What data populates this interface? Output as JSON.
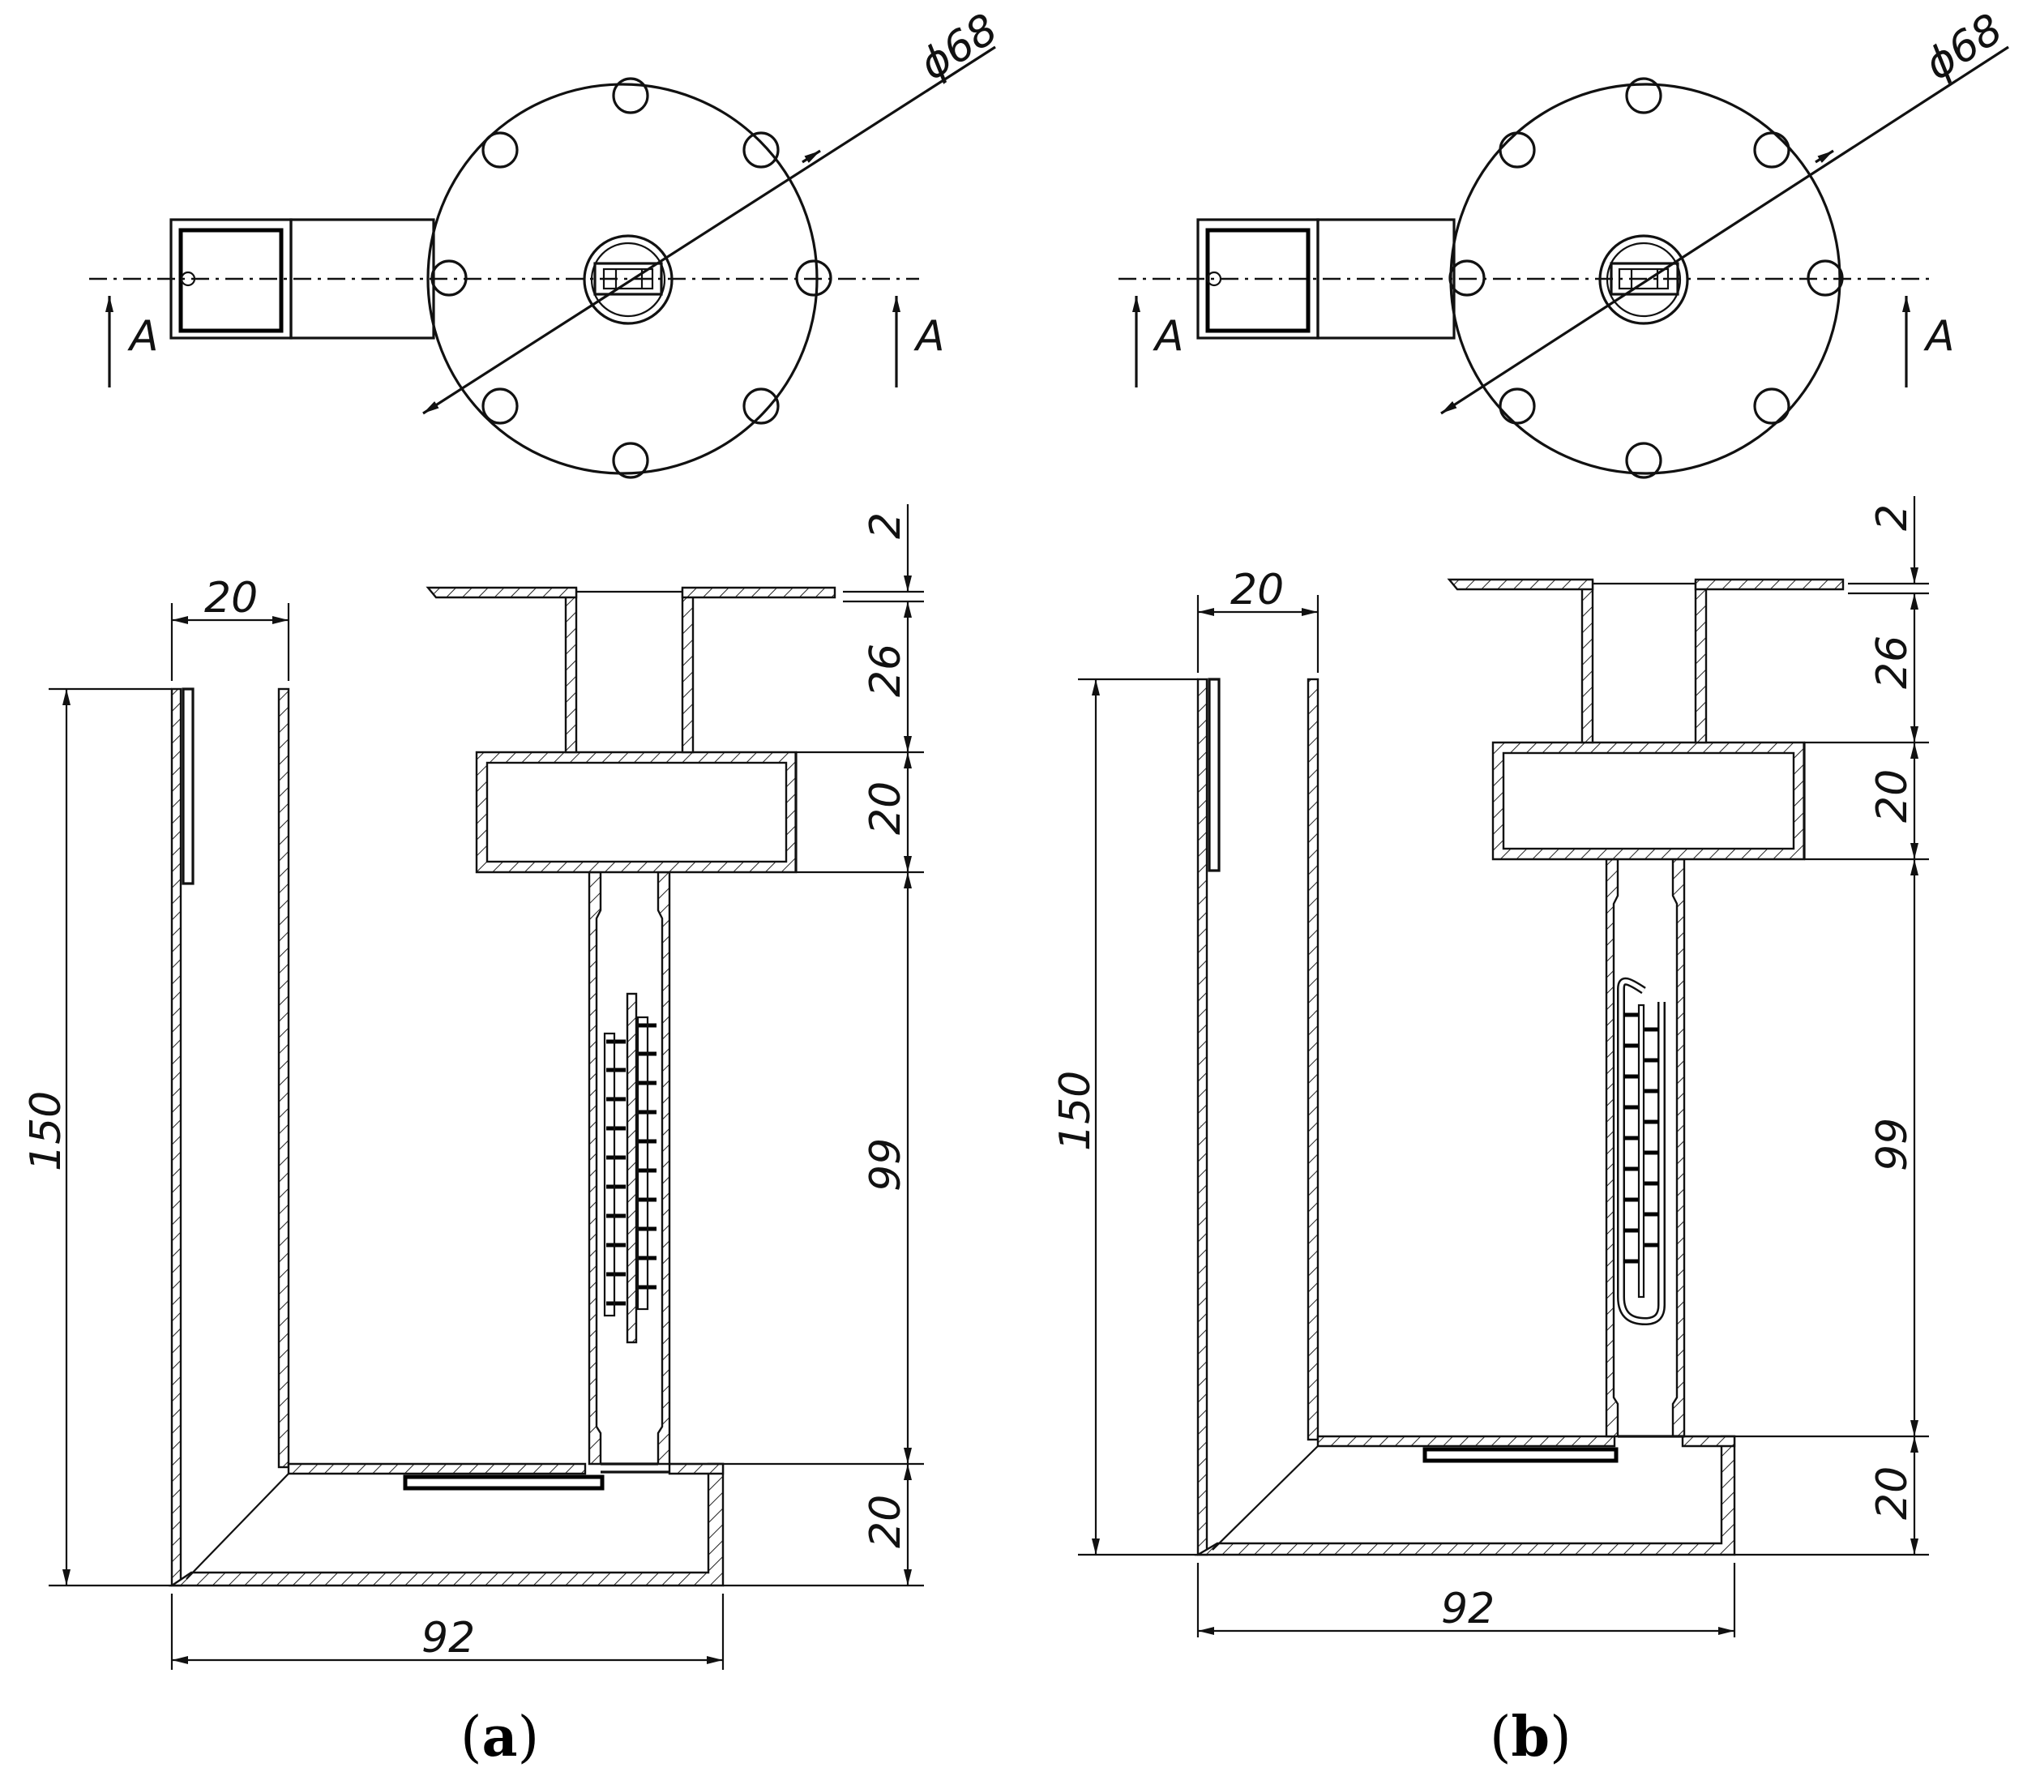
{
  "views": [
    {
      "id": "a",
      "caption_open": "(",
      "caption_letter": "a",
      "caption_close": ")",
      "diameter_label": "ϕ68",
      "section_marker": "A",
      "dims": {
        "flange_thickness": "2",
        "neck_height": "26",
        "box_height": "20",
        "tube_length": "99",
        "base_height": "20",
        "overall_height": "150",
        "column_width": "20",
        "base_width": "92"
      }
    },
    {
      "id": "b",
      "caption_open": "(",
      "caption_letter": "b",
      "caption_close": ")",
      "diameter_label": "ϕ68",
      "section_marker": "A",
      "dims": {
        "flange_thickness": "2",
        "neck_height": "26",
        "box_height": "20",
        "tube_length": "99",
        "base_height": "20",
        "overall_height": "150",
        "column_width": "20",
        "base_width": "92"
      }
    }
  ]
}
